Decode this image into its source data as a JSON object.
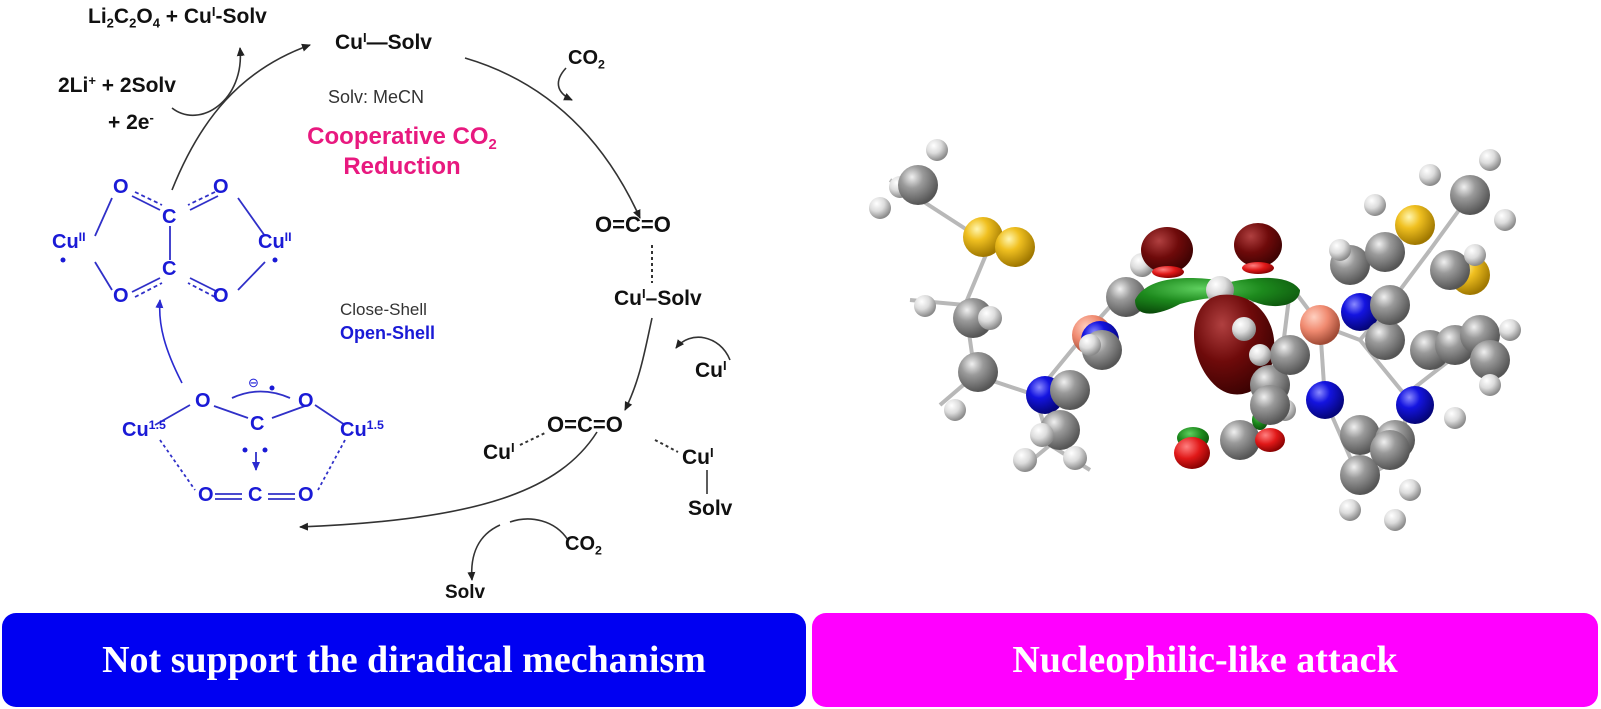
{
  "scheme": {
    "product_top": {
      "a": "Li",
      "a_sub": "2",
      "b": "C",
      "b_sub": "2",
      "c": "O",
      "c_sub": "4",
      "d": " + Cu",
      "d_sup": "I",
      "e": "-Solv"
    },
    "reagents_left": {
      "line1_a": "2Li",
      "line1_sup": "+",
      "line1_b": " + 2Solv",
      "line2_a": "+ 2e",
      "line2_sup": "-"
    },
    "cu_solv_top": {
      "cu": "Cu",
      "sup": "I",
      "bond": "—",
      "solv": "Solv"
    },
    "solv_note": "Solv: MeCN",
    "title_line1_a": "Cooperative CO",
    "title_line1_sub": "2",
    "title_line2": "Reduction",
    "co2_in_1": {
      "t": "CO",
      "sub": "2"
    },
    "co2_adduct": {
      "o1": "O",
      "eq1": "=",
      "c": "C",
      "eq2": "=",
      "o2": "O"
    },
    "cu_solv_mid": {
      "cu": "Cu",
      "sup": "I",
      "bond": "–",
      "solv": "Solv"
    },
    "cu_in": {
      "cu": "Cu",
      "sup": "I"
    },
    "bridged": {
      "cu_left": "Cu",
      "cu_left_sup": "I",
      "ocO": "O=C=O",
      "cu_right": "Cu",
      "cu_right_sup": "I",
      "solv": "Solv"
    },
    "co2_in_2": {
      "t": "CO",
      "sub": "2"
    },
    "solv_out": "Solv",
    "shell_close": "Close-Shell",
    "shell_open": "Open-Shell",
    "oxalate": {
      "o": "O",
      "c": "C",
      "cu": "Cu",
      "cu_sup": "II"
    },
    "intermediate": {
      "o": "O",
      "c": "C",
      "cu": "Cu",
      "cu_sup": "1.5",
      "minus": "⊖"
    }
  },
  "banners": {
    "left": "Not support the diradical mechanism",
    "right": "Nucleophilic-like attack"
  },
  "colors": {
    "left_banner": "#0000f2",
    "right_banner": "#ff00ff",
    "title": "#e8197f",
    "open_shell": "#1a1ad6",
    "atom_carbon": "#8c8c8c",
    "atom_hydrogen": "#e6e6e6",
    "atom_nitrogen": "#1414e0",
    "atom_sulfur": "#f0c020",
    "atom_copper": "#f08a70",
    "orbital_dark": "#6e0a0a",
    "orbital_green": "#1d8a1d",
    "orbital_red": "#e01818"
  },
  "molecule": {
    "name": "orbital-isosurface-model"
  }
}
